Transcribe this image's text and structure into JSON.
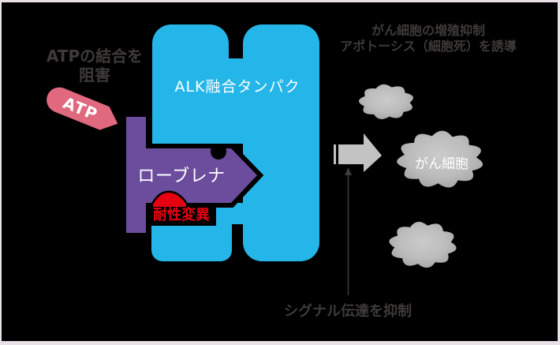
{
  "diagram_title": "ALK fusion protein drug mechanism diagram",
  "colors": {
    "background": "#000000",
    "frame": "#e8e1e8",
    "protein_cyan": "#25b6e9",
    "drug_purple": "#6b4c9d",
    "atp_pink": "#e0687f",
    "mutation_red": "#e60012",
    "arrow_gray": "#c3c3c3",
    "cloud_gray_center": "#cbcbcb",
    "cloud_gray_edge": "#9e9e9e",
    "text_dark": "#3e3a39",
    "text_white": "#ffffff"
  },
  "labels": {
    "atp_inhibition": {
      "line1": "ATPの結合を",
      "line2": "阻害"
    },
    "atp": "ATP",
    "alk_protein": "ALK融合タンパク",
    "drug_name": "ローブレナ",
    "resistance_mutation": "耐性変異",
    "effect": {
      "line1": "がん細胞の増殖抑制",
      "line2": "アポトーシス（細胞死）を誘導"
    },
    "cancer_cell": "がん細胞",
    "signal_inhibition": "シグナル伝達を抑制"
  }
}
